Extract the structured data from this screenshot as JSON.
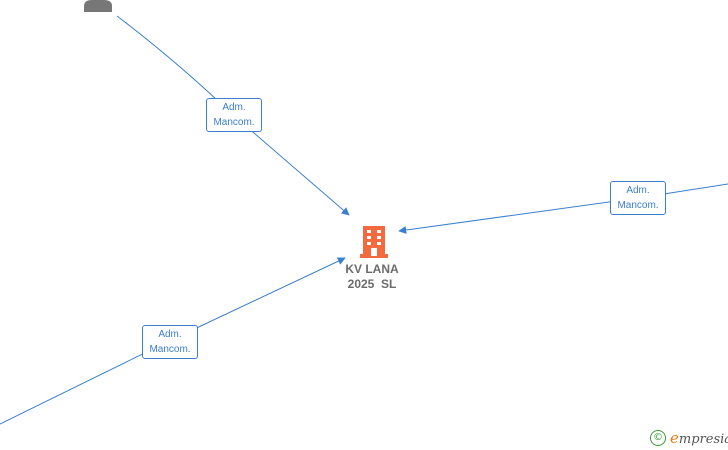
{
  "company": {
    "name_line1": "KV LANA",
    "name_line2": "2025  SL"
  },
  "relations": [
    {
      "line1": "Adm.",
      "line2": "Mancom."
    },
    {
      "line1": "Adm.",
      "line2": "Mancom."
    },
    {
      "line1": "Adm.",
      "line2": "Mancom."
    }
  ],
  "watermark": {
    "symbol": "©",
    "brand_initial": "e",
    "brand_rest": "mpresia"
  },
  "colors": {
    "edge": "#3a7fcf",
    "company_icon": "#f26a3d",
    "person_icon": "#777777",
    "text": "#6b6b6b"
  }
}
